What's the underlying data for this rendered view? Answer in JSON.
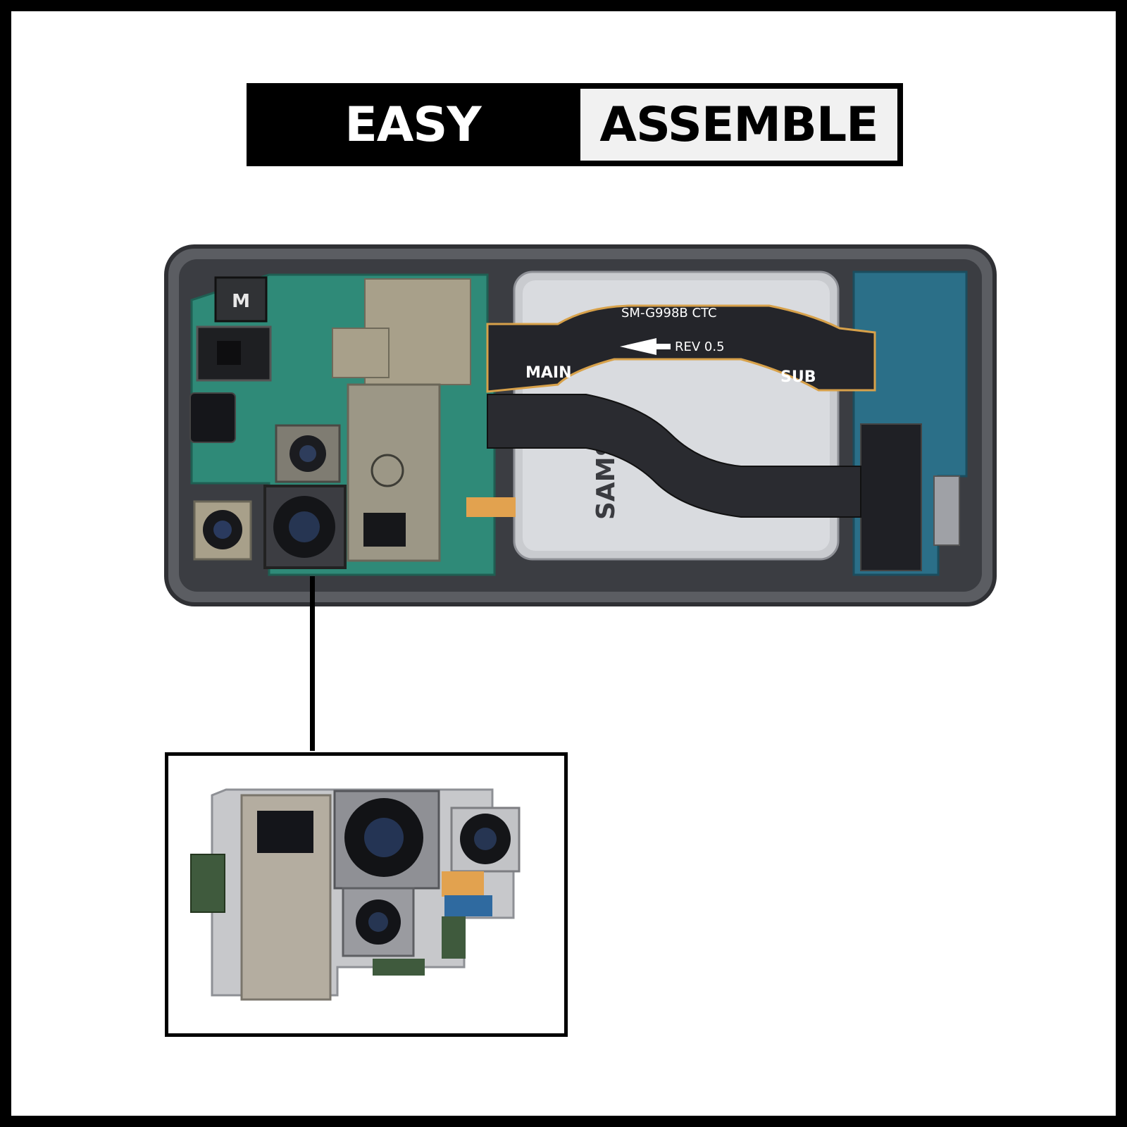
{
  "banner": {
    "left_text": "EASY",
    "right_text": "ASSEMBLE"
  },
  "phone_labels": {
    "model": "SM-G998B CTC",
    "rev": "REV 0.5",
    "main": "MAIN",
    "sub": "SUB",
    "m_marking": "M",
    "battery_brand": "SAMS"
  },
  "colors": {
    "background": "#000000",
    "frame": "#ffffff",
    "banner_dark": "#000000",
    "banner_light": "#f1f1f1",
    "pcb_green": "#2f8a78",
    "flex_cable": "#2a2a2a",
    "flex_copper": "#d7a14a"
  }
}
